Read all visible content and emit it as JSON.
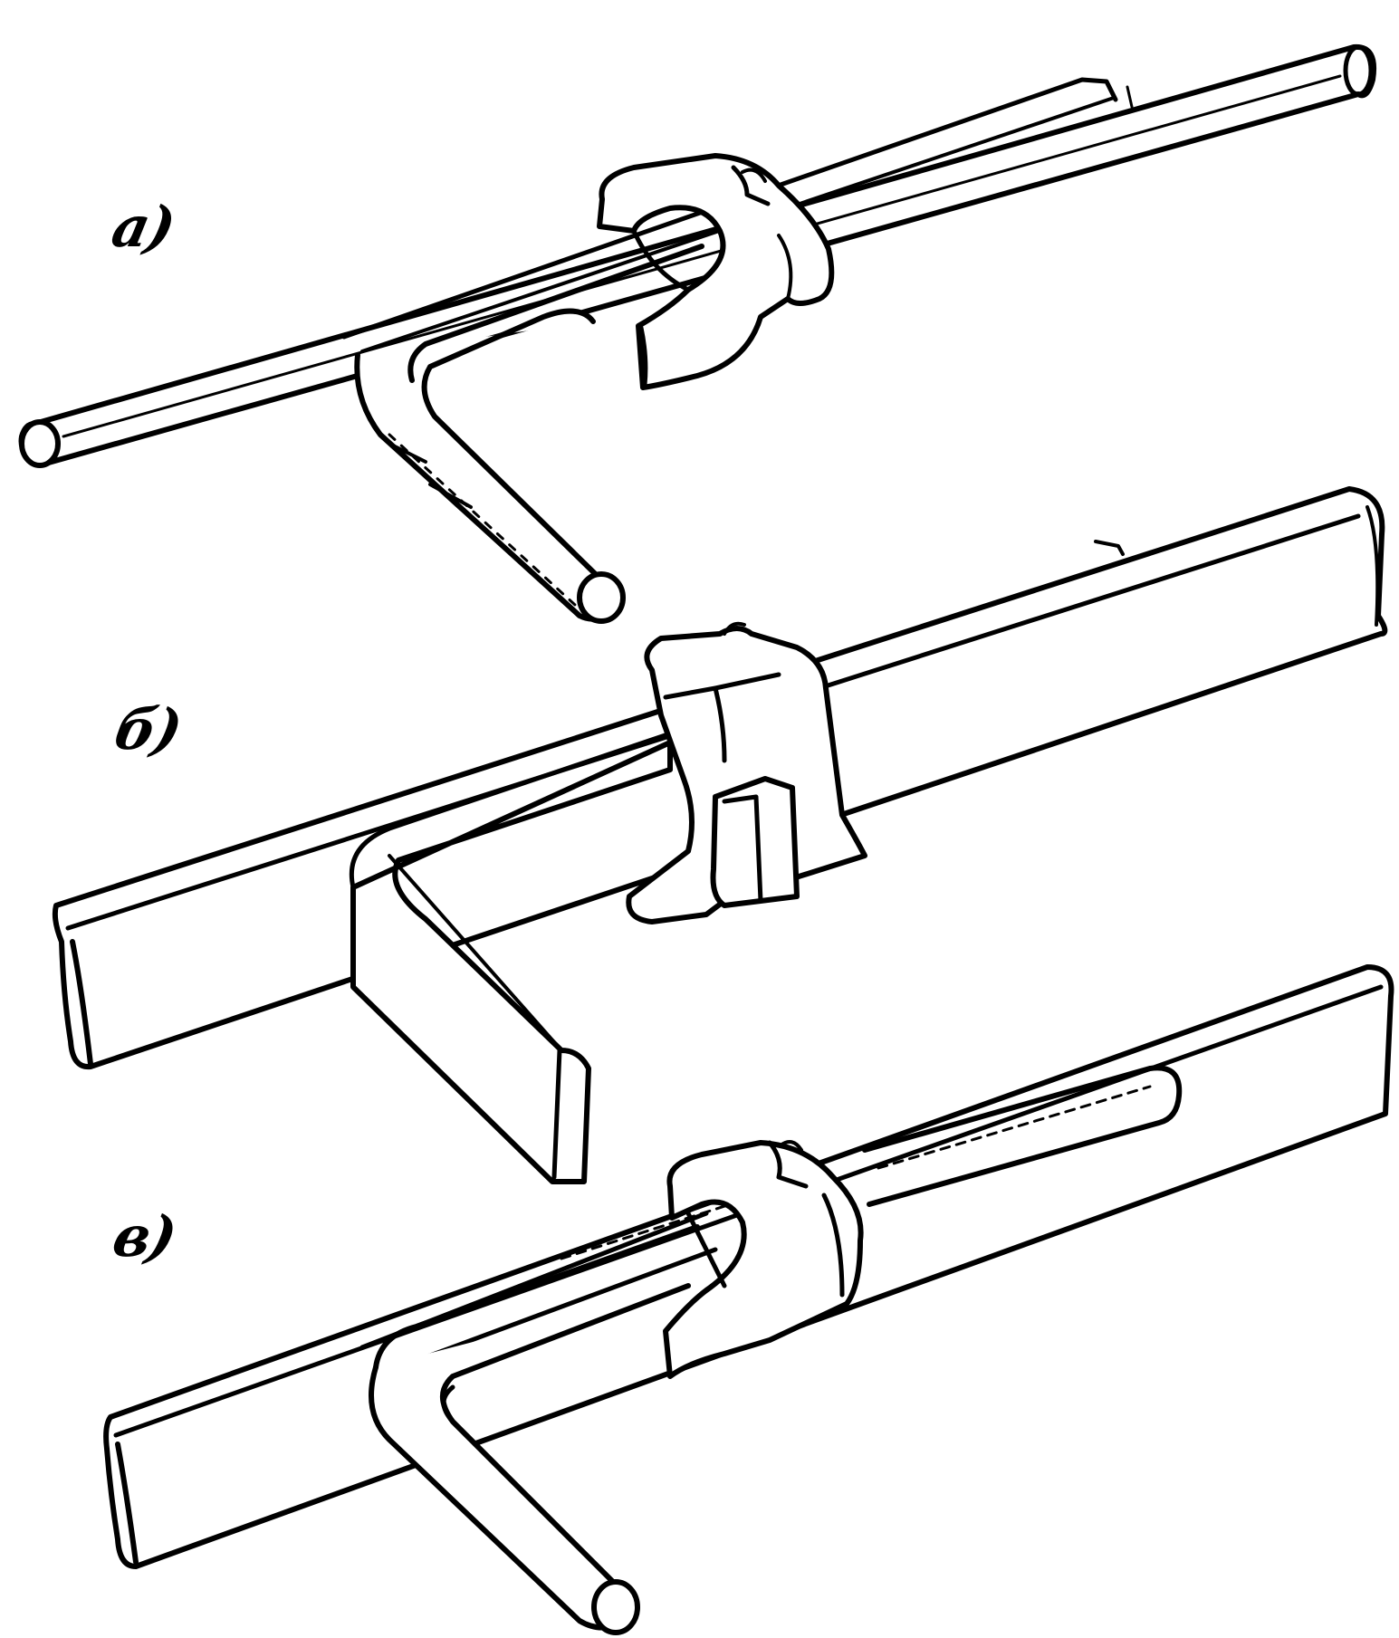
{
  "figure": {
    "labels": {
      "a": "а)",
      "b": "б)",
      "v": "в)"
    },
    "colors": {
      "ink": "#000000",
      "paper": "#ffffff"
    }
  }
}
